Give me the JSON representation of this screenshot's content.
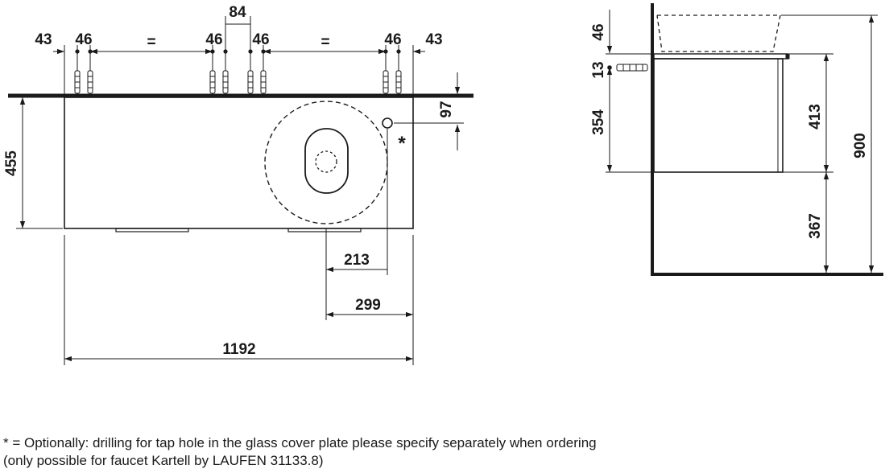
{
  "dimensions": {
    "top": {
      "a": "43",
      "b": "46",
      "c": "=",
      "d": "46",
      "e": "84",
      "f": "46",
      "g": "=",
      "h": "46",
      "i": "43"
    },
    "left_height": "455",
    "tap_offset": "97",
    "asterisk": "*",
    "basin_offset": "213",
    "basin_center": "299",
    "total_width": "1192",
    "side": {
      "a": "46",
      "b": "13",
      "c": "354",
      "d": "413",
      "e": "367",
      "f": "900"
    }
  },
  "footnote": {
    "line1": "* = Optionally: drilling for tap hole in the glass cover plate please specify separately when ordering",
    "line2": "(only possible for faucet Kartell by LAUFEN 31133.8)"
  }
}
